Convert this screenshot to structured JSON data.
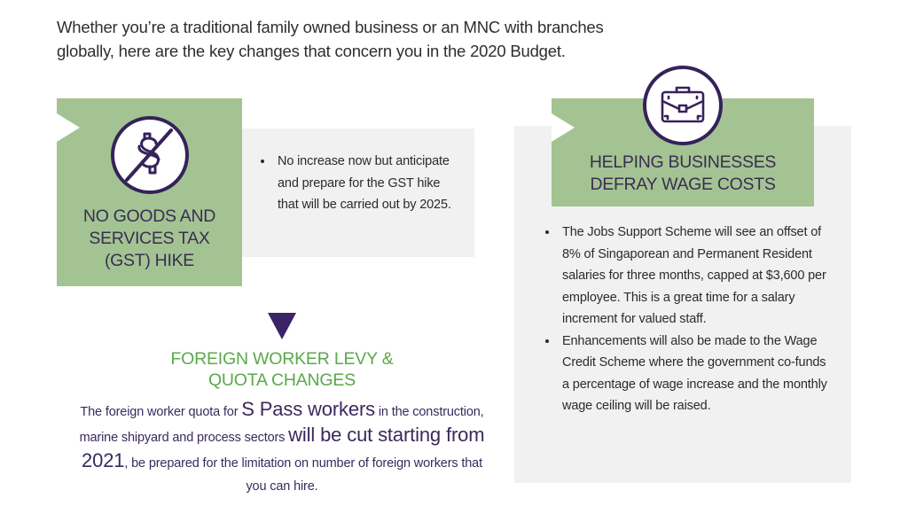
{
  "intro": {
    "line1": "Whether you’re a traditional family owned business or an MNC with branches",
    "line2": "globally, here are the key changes that concern you in the 2020 Budget."
  },
  "gst": {
    "icon": "no-dollar-icon",
    "title_lines": [
      "NO GOODS AND",
      "SERVICES TAX",
      "(GST) HIKE"
    ],
    "bullets": [
      "No increase now but anticipate and prepare for the GST hike that will be carried out by 2025."
    ]
  },
  "wages": {
    "icon": "briefcase-icon",
    "title_lines": [
      "HELPING BUSINESSES",
      "DEFRAY WAGE COSTS"
    ],
    "bullets": [
      "The Jobs Support Scheme will see an offset of 8% of Singaporean and Permanent Resident salaries for three months, capped at $3,600 per employee. This is a great time for a salary increment for valued staff.",
      "Enhancements will also be made to the Wage Credit Scheme where the government co-funds a percentage of wage increase and the monthly wage ceiling will be raised."
    ]
  },
  "foreign_worker": {
    "icon": "down-triangle-icon",
    "title_lines": [
      "FOREIGN WORKER LEVY &",
      "QUOTA CHANGES"
    ],
    "body": {
      "p1": "The foreign worker quota for ",
      "e1": "S Pass workers",
      "p2": " in the construction, marine shipyard and process sectors ",
      "e2": "will be cut starting from 2021",
      "p3": ", be prepared for the limitation on number of foreign workers that you can hire."
    }
  },
  "colors": {
    "green_fill": "#a3c492",
    "gray_fill": "#f1f1f1",
    "purple": "#35225a",
    "green_heading": "#5aa84a"
  }
}
